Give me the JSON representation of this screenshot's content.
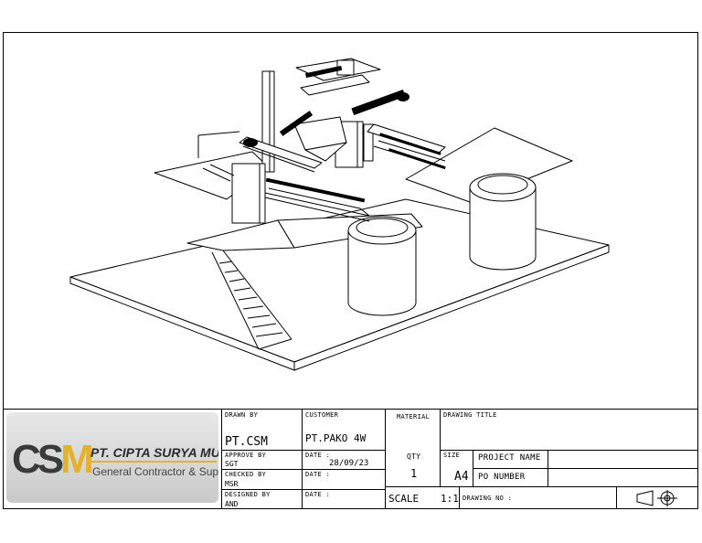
{
  "company": {
    "logo_mark": "CSM",
    "name": "PT. CIPTA SURYA MULIA",
    "tagline": "General Contractor & Supplier"
  },
  "title_block": {
    "drawn_by_label": "DRAWN BY",
    "drawn_by_value": "PT.CSM",
    "approve_by_label": "APPROVE BY",
    "approve_by_value": "SGT",
    "checked_by_label": "CHECKED BY",
    "checked_by_value": "MSR",
    "designed_by_label": "DESIGNED BY",
    "designed_by_value": "AND",
    "customer_label": "CUSTOMER",
    "customer_value": "PT.PAKO 4W",
    "date1_label": "DATE :",
    "date1_value": "28/09/23",
    "date2_label": "DATE :",
    "date3_label": "DATE :",
    "material_label": "MATERIAL",
    "qty_label": "QTY",
    "qty_value": "1",
    "scale_label": "SCALE",
    "scale_value": "1:1",
    "drawing_title_label": "DRAWING TITLE",
    "size_label": "SIZE",
    "size_value": "A4",
    "project_name_label": "PROJECT NAME",
    "po_number_label": "PO NUMBER",
    "drawing_no_label": "DRAWING NO :"
  }
}
